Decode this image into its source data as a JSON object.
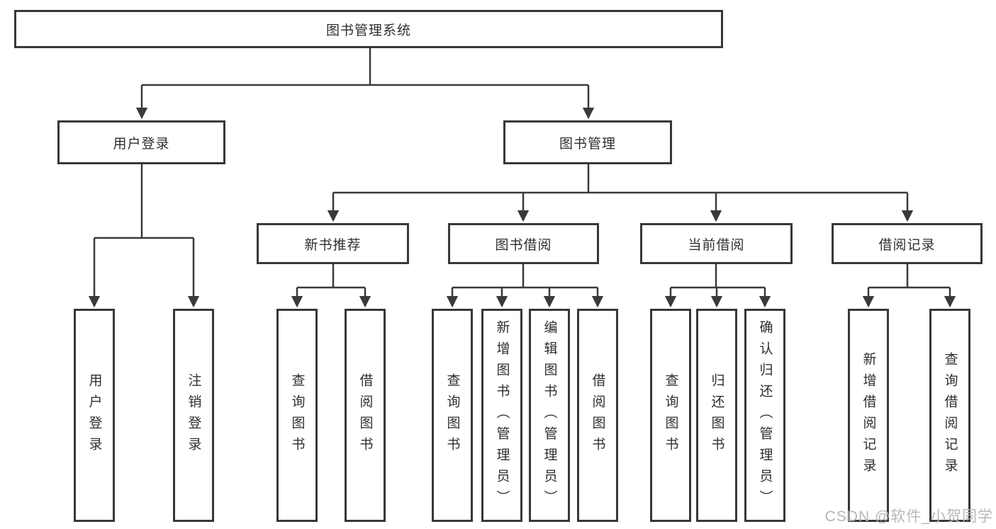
{
  "diagram": {
    "root": {
      "label": "图书管理系统"
    },
    "level2": [
      {
        "label": "用户登录"
      },
      {
        "label": "图书管理"
      }
    ],
    "level3": [
      {
        "label": "新书推荐",
        "parent": "图书管理"
      },
      {
        "label": "图书借阅",
        "parent": "图书管理"
      },
      {
        "label": "当前借阅",
        "parent": "图书管理"
      },
      {
        "label": "借阅记录",
        "parent": "图书管理"
      }
    ],
    "leaves": [
      {
        "label": "用户登录",
        "parent": "用户登录"
      },
      {
        "label": "注销登录",
        "parent": "用户登录"
      },
      {
        "label": "查询图书",
        "parent": "新书推荐"
      },
      {
        "label": "借阅图书",
        "parent": "新书推荐"
      },
      {
        "label": "查询图书",
        "parent": "图书借阅"
      },
      {
        "label": "新增图书（管理员）",
        "parent": "图书借阅"
      },
      {
        "label": "编辑图书（管理员）",
        "parent": "图书借阅"
      },
      {
        "label": "借阅图书",
        "parent": "图书借阅"
      },
      {
        "label": "查询图书",
        "parent": "当前借阅"
      },
      {
        "label": "归还图书",
        "parent": "当前借阅"
      },
      {
        "label": "确认归还（管理员）",
        "parent": "当前借阅"
      },
      {
        "label": "新增借阅记录",
        "parent": "借阅记录"
      },
      {
        "label": "查询借阅记录",
        "parent": "借阅记录"
      }
    ]
  },
  "watermark": {
    "text": "CSDN @软件_小贺同学"
  },
  "colors": {
    "line": "#3a3a3a",
    "box_border": "#383838",
    "box_fill": "#ffffff",
    "text": "#2f2f2f",
    "watermark": "#b7b7bb"
  }
}
